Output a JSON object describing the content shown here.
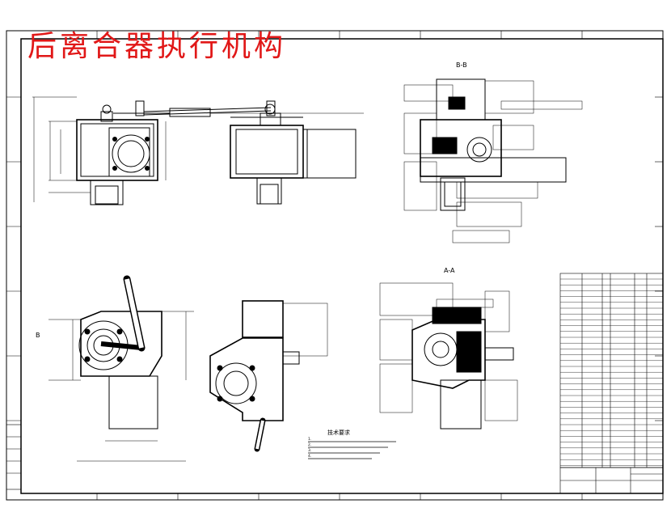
{
  "drawing": {
    "title": "后离合器执行机构",
    "view_labels": {
      "section_bb": "B-B",
      "section_aa": "A-A",
      "view_b": "B"
    },
    "tech_notes_title": "技术要求",
    "tech_notes": [
      "1.",
      "2.",
      "3.",
      "4."
    ],
    "colors": {
      "title": "#e11818",
      "line": "#000000",
      "background": "#ffffff"
    }
  }
}
